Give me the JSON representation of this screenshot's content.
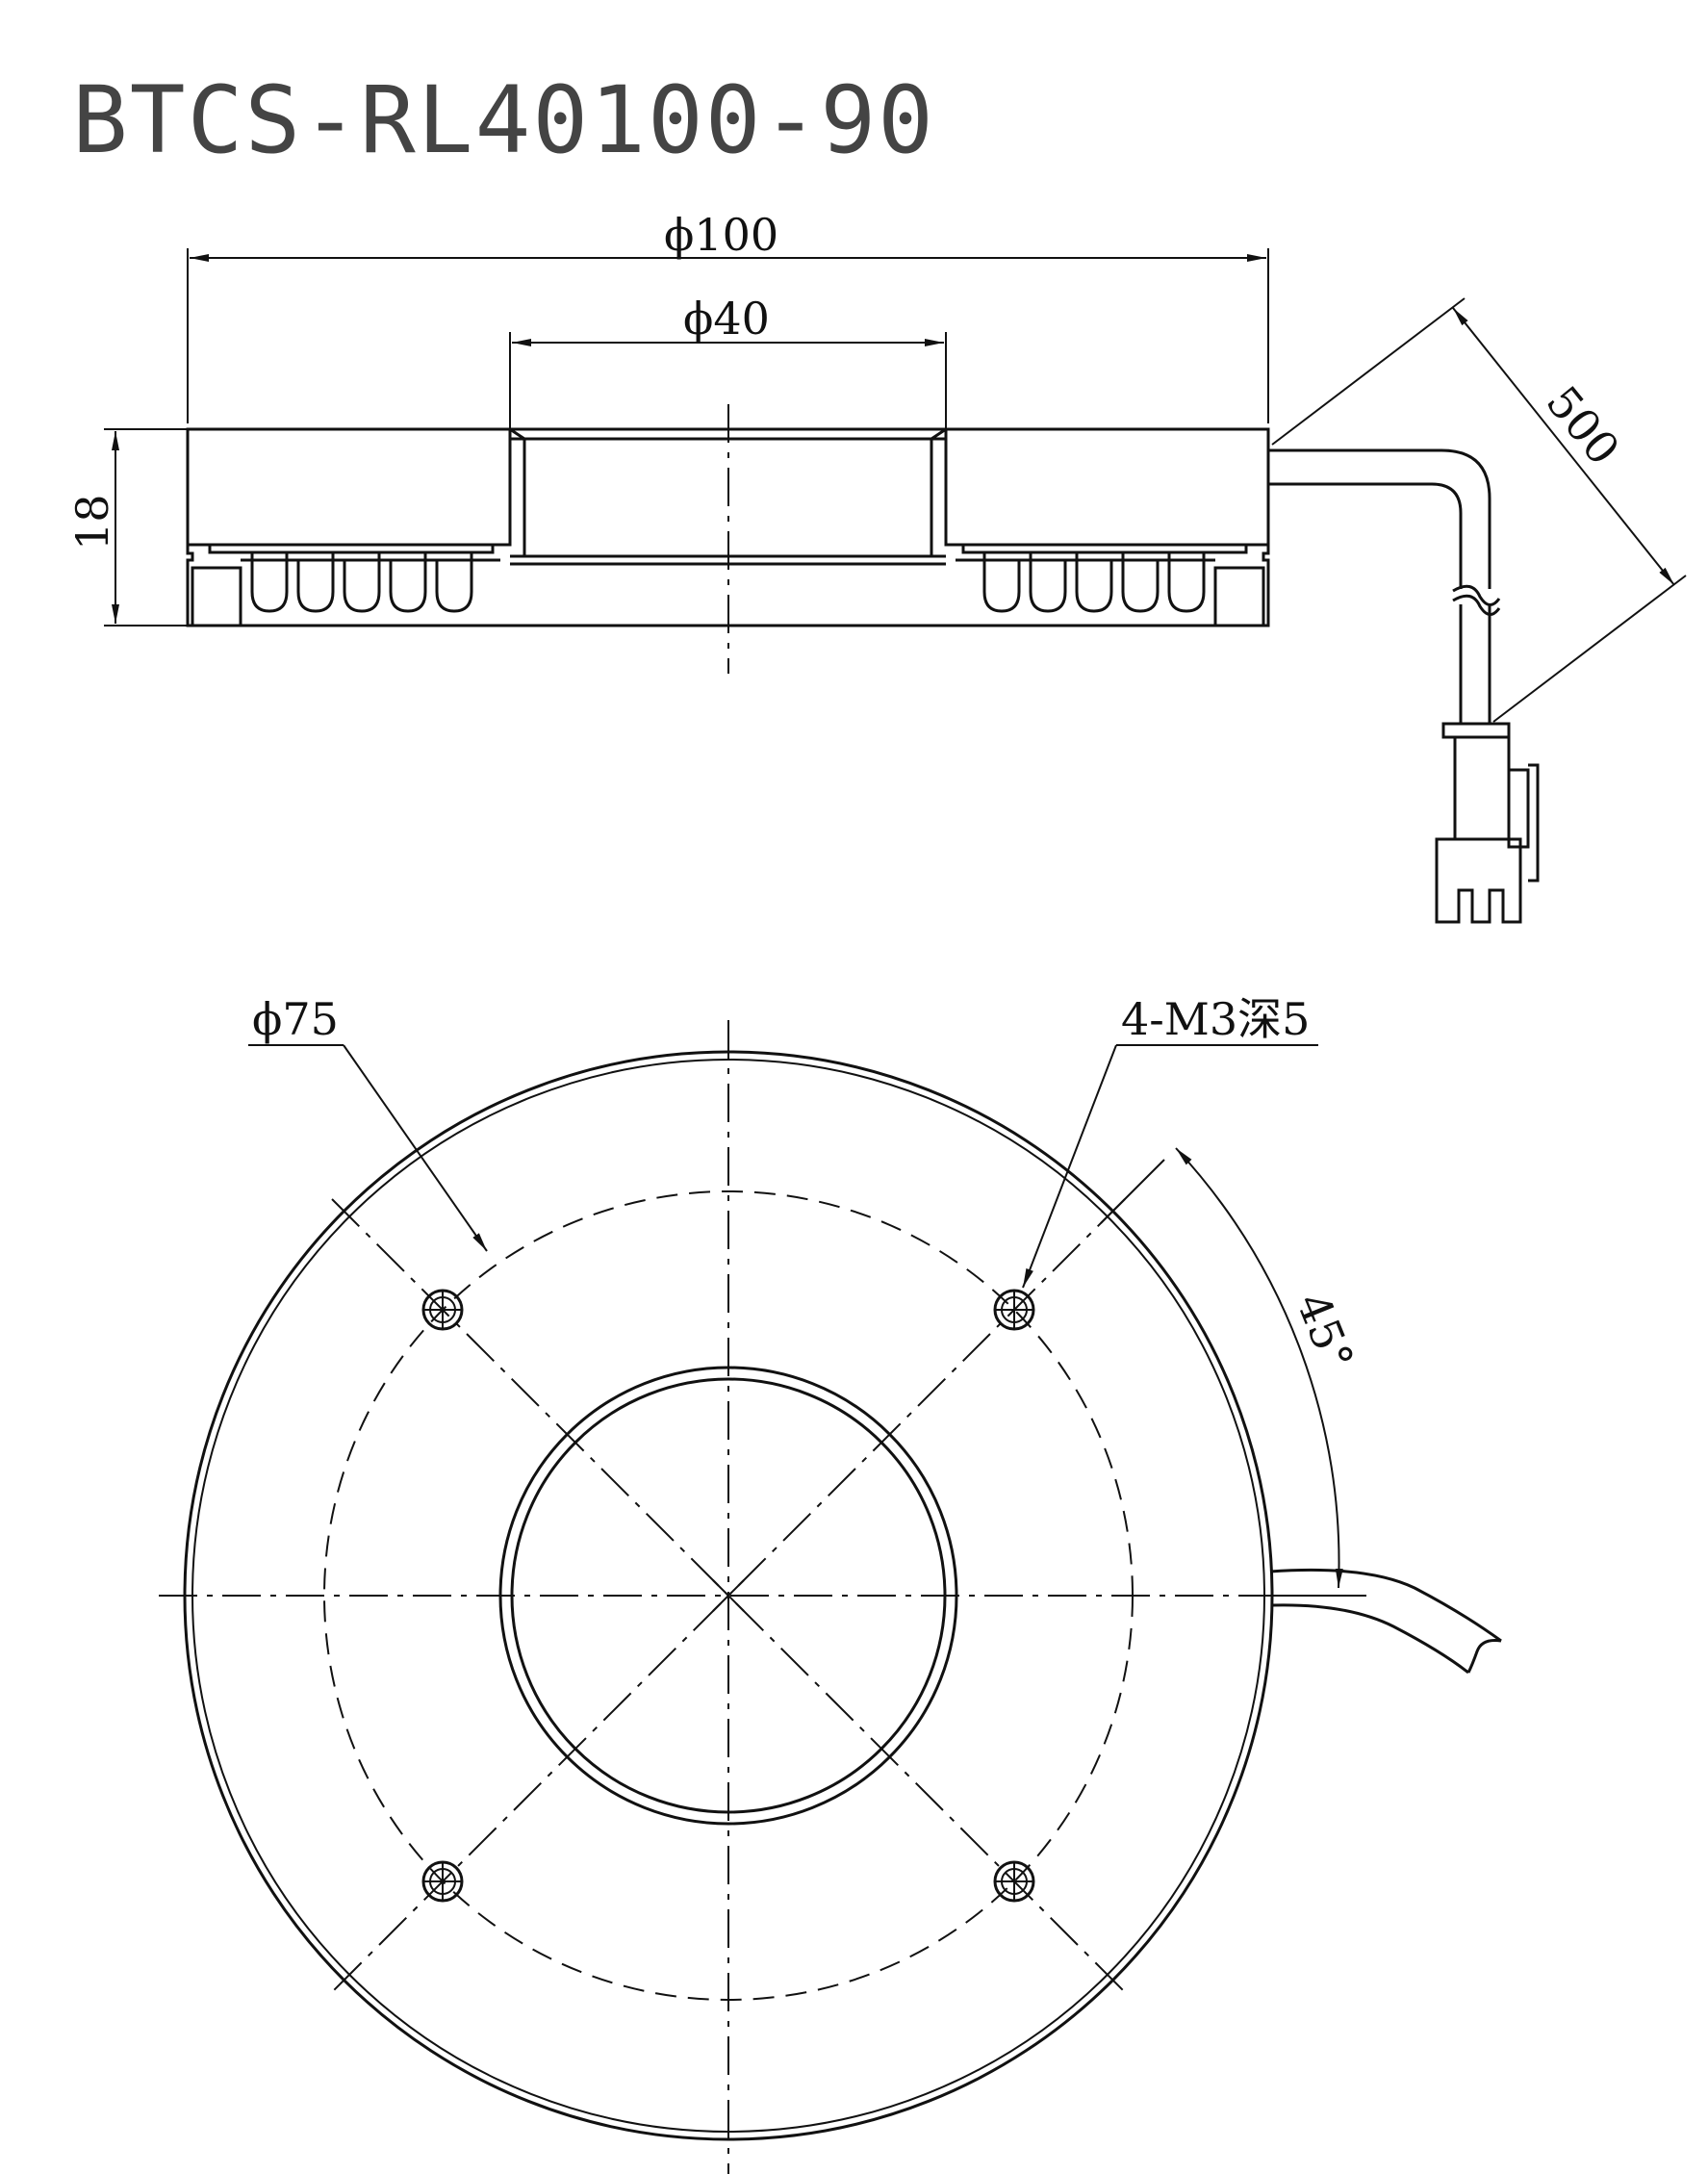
{
  "title": "BTCS-RL40100-90",
  "dimensions": {
    "outer_diameter": "ϕ100",
    "inner_diameter": "ϕ40",
    "height": "18",
    "cable_length": "500",
    "bolt_circle": "ϕ75",
    "holes": "4-M3深5",
    "angle": "45°"
  },
  "colors": {
    "line": "#111111",
    "title": "#444444",
    "background": "#ffffff"
  }
}
